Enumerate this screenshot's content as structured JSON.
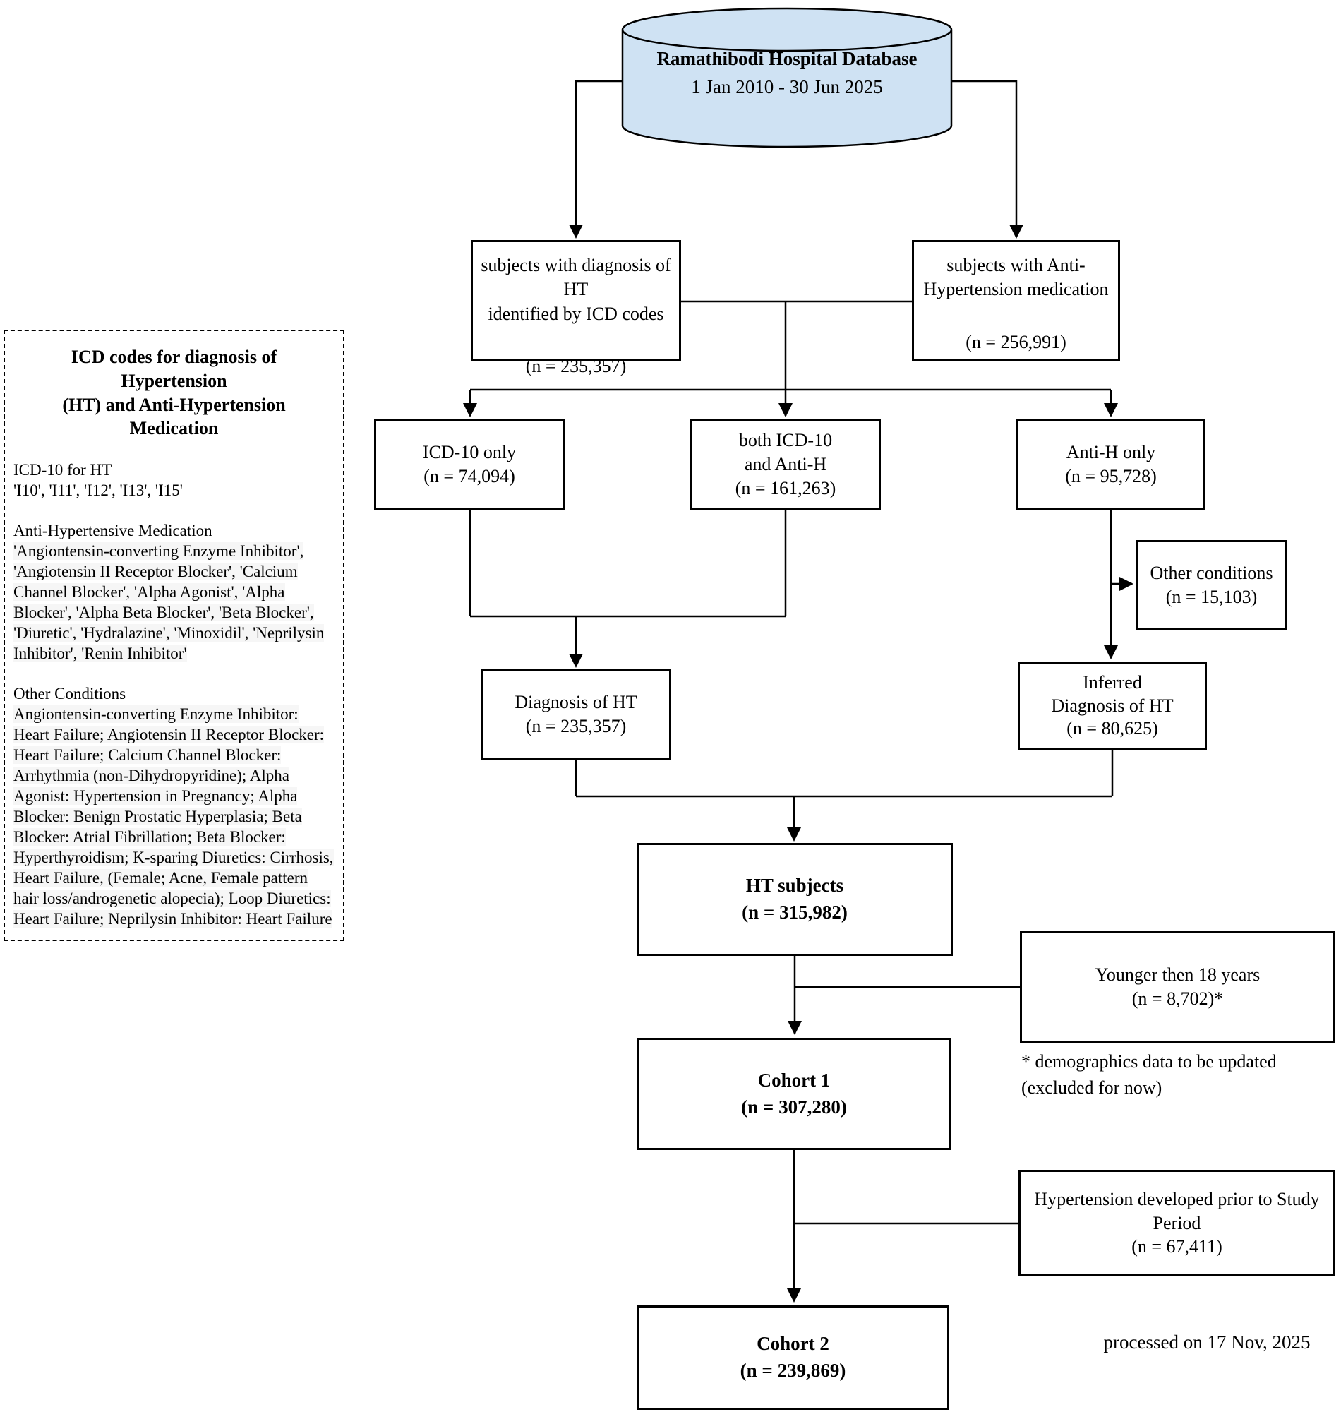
{
  "colors": {
    "cylinder_fill": "#cfe2f3",
    "line": "#000000"
  },
  "cylinder": {
    "title": "Ramathibodi Hospital Database",
    "subtitle": "1 Jan 2010 - 30 Jun 2025"
  },
  "boxes": {
    "icd": {
      "label": "subjects with diagnosis of HT\nidentified by ICD codes",
      "n": "(n = 235,357)"
    },
    "antih": {
      "label": "subjects with Anti-\nHypertension medication",
      "n": "(n = 256,991)"
    },
    "icd_only": {
      "label": "ICD-10 only",
      "n": "(n = 74,094)"
    },
    "both": {
      "label": "both ICD-10\nand Anti-H",
      "n": "(n = 161,263)"
    },
    "antih_only": {
      "label": "Anti-H only",
      "n": "(n = 95,728)"
    },
    "other_conditions": {
      "label": "Other conditions",
      "n": "(n = 15,103)"
    },
    "diagnosis": {
      "label": "Diagnosis of HT",
      "n": "(n = 235,357)"
    },
    "inferred": {
      "label": "Inferred\nDiagnosis of HT",
      "n": "(n = 80,625)"
    },
    "ht_subjects": {
      "label": "HT subjects",
      "n": "(n = 315,982)"
    },
    "younger": {
      "label": "Younger then 18 years",
      "n": "(n = 8,702)*"
    },
    "cohort1": {
      "label": "Cohort 1",
      "n": "(n = 307,280)"
    },
    "prior": {
      "label": "Hypertension developed prior to Study\nPeriod",
      "n": "(n = 67,411)"
    },
    "cohort2": {
      "label": "Cohort 2",
      "n": "(n = 239,869)"
    }
  },
  "notes": {
    "footnote": "* demographics data to be updated\n(excluded for now)",
    "processed": "processed on 17 Nov, 2025"
  },
  "legend": {
    "title": "ICD codes for diagnosis of Hypertension\n(HT) and Anti-Hypertension Medication",
    "sections": [
      {
        "heading": "ICD-10 for HT",
        "body": "'I10', 'I11', 'I12', 'I13', 'I15'"
      },
      {
        "heading": "Anti-Hypertensive Medication",
        "body": "'Angiontensin-converting Enzyme Inhibitor', 'Angiotensin II Receptor Blocker', 'Calcium Channel Blocker', 'Alpha Agonist', 'Alpha Blocker', 'Alpha Beta Blocker', 'Beta Blocker', 'Diuretic', 'Hydralazine', 'Minoxidil', 'Neprilysin Inhibitor', 'Renin Inhibitor'"
      },
      {
        "heading": "Other Conditions",
        "body": "Angiontensin-converting Enzyme Inhibitor: Heart Failure; Angiotensin II Receptor Blocker: Heart Failure; Calcium Channel Blocker: Arrhythmia (non-Dihydropyridine); Alpha Agonist: Hypertension in Pregnancy; Alpha Blocker: Benign Prostatic Hyperplasia; Beta Blocker: Atrial Fibrillation; Beta Blocker: Hyperthyroidism; K-sparing Diuretics: Cirrhosis, Heart Failure, (Female; Acne, Female pattern hair loss/androgenetic alopecia); Loop Diuretics: Heart Failure; Neprilysin Inhibitor: Heart Failure"
      }
    ]
  }
}
